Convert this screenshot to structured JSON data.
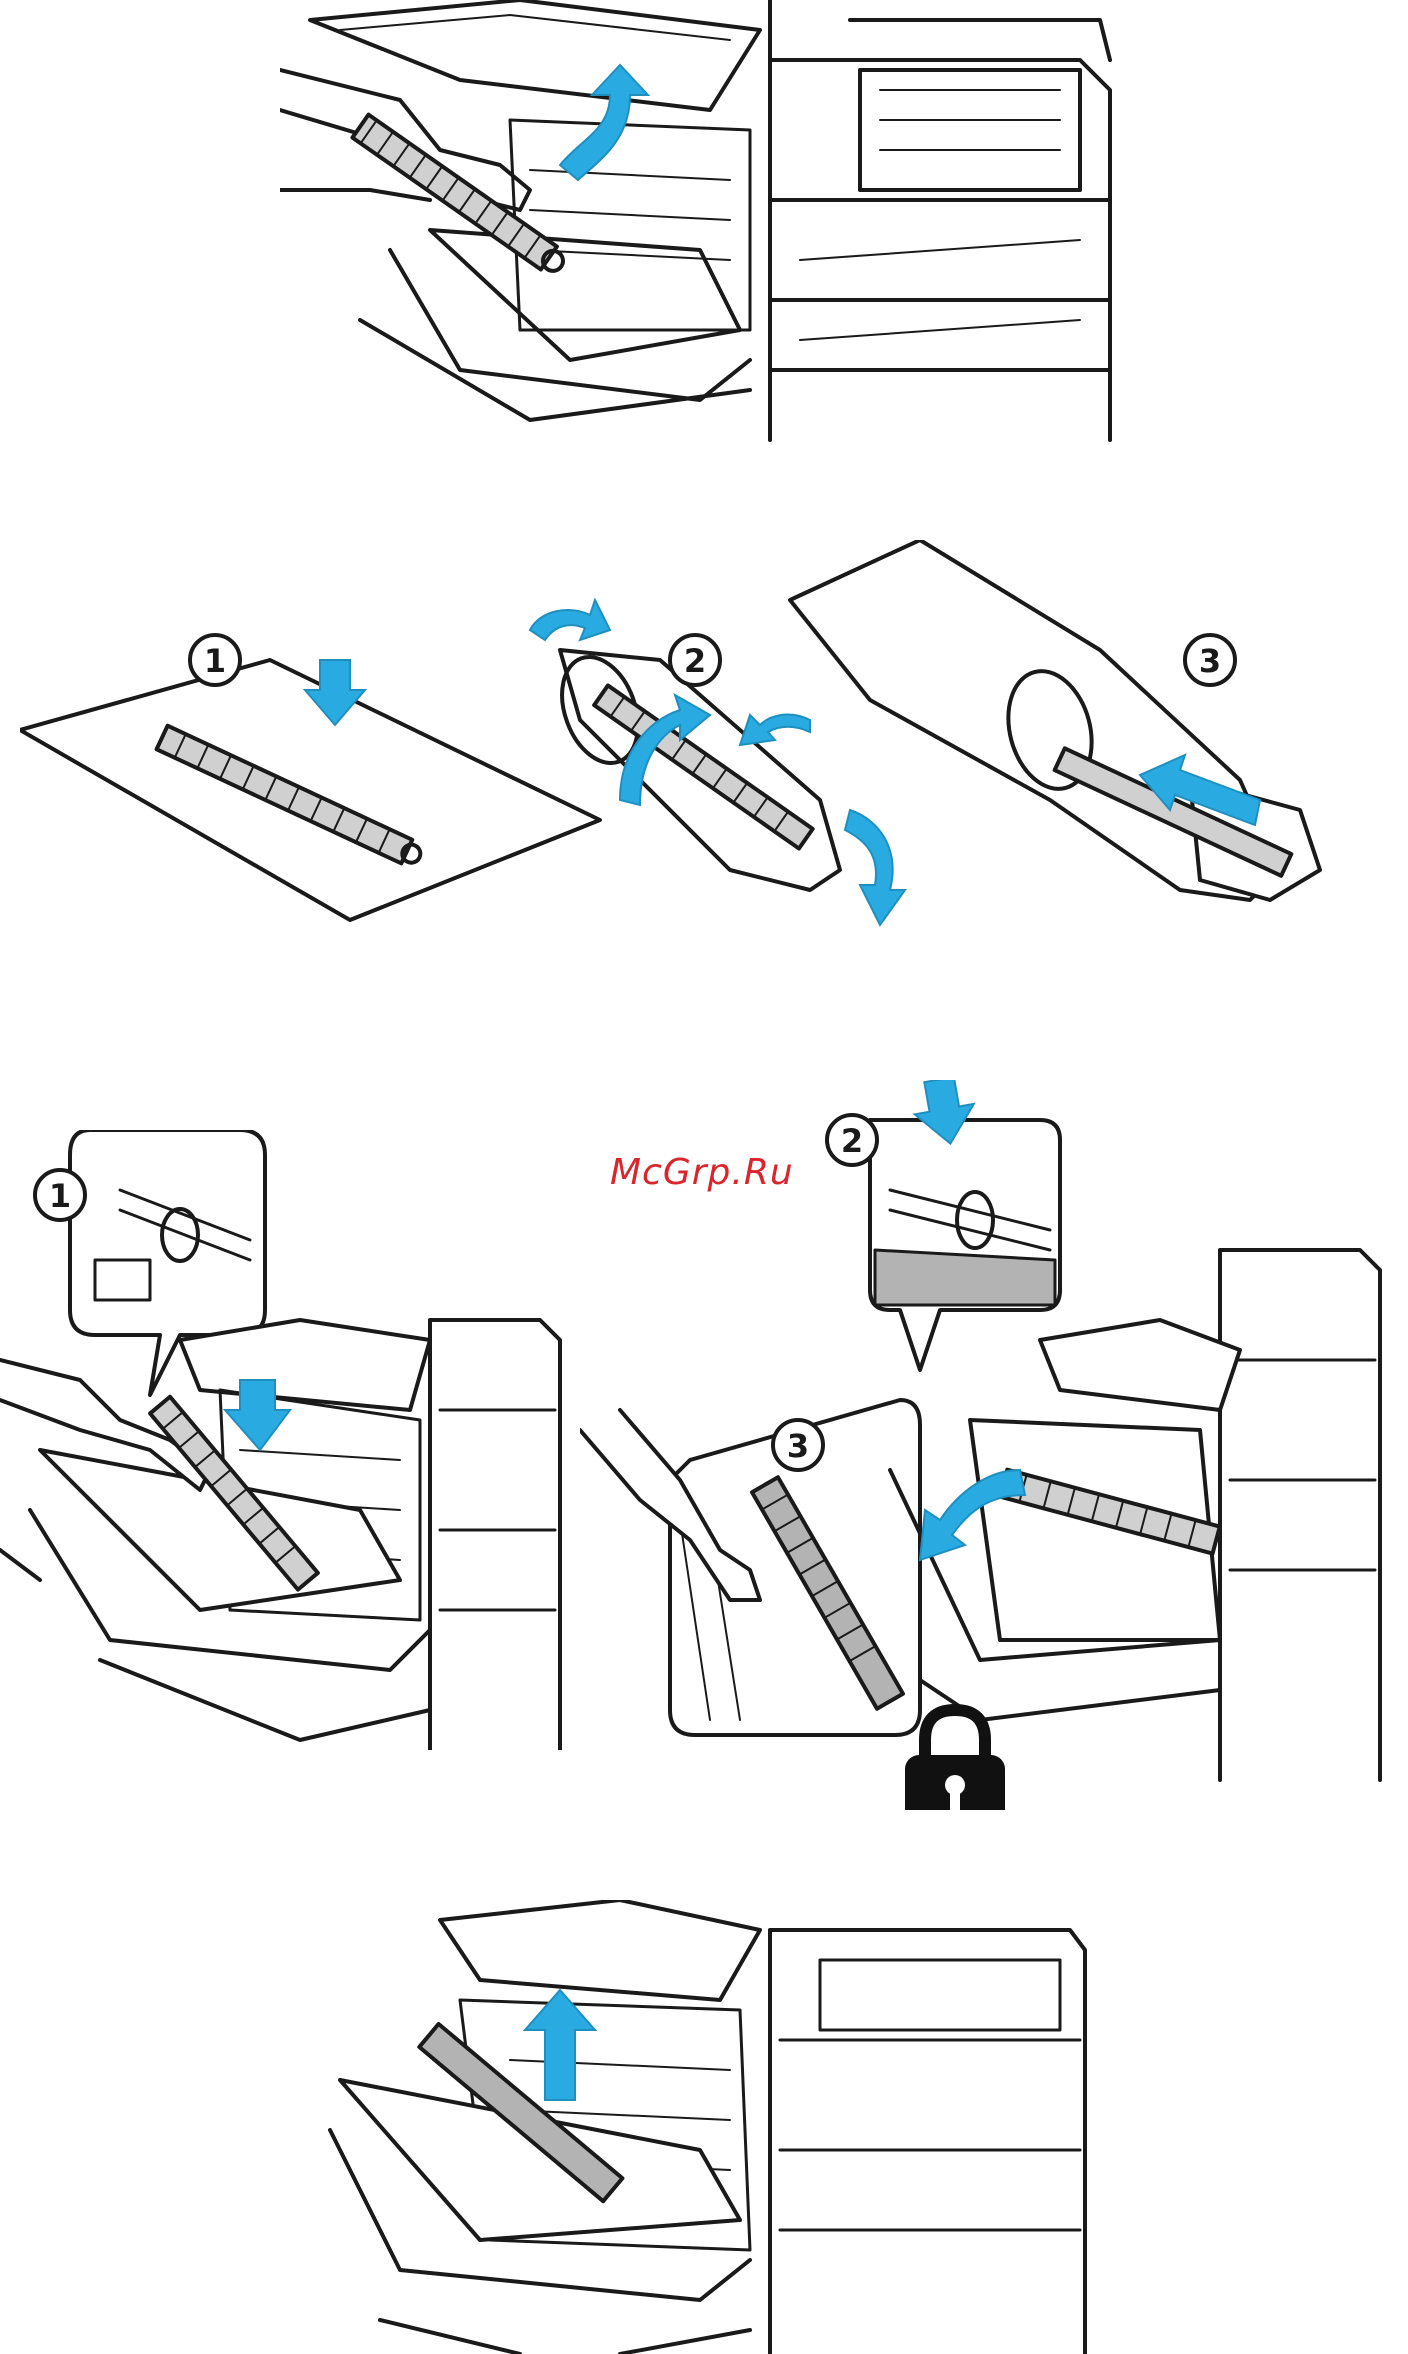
{
  "watermark": {
    "text": "McGrp.Ru",
    "color": "#d9262d"
  },
  "colors": {
    "arrow": "#29abe2",
    "arrow_stroke": "#1f8fc0",
    "line": "#1a1a1a",
    "shade": "#b3b3b3"
  },
  "figure2": {
    "steps": [
      "1",
      "2",
      "3"
    ]
  },
  "figure3": {
    "steps": [
      "1",
      "2",
      "3"
    ],
    "lock_icon": "padlock-icon"
  }
}
